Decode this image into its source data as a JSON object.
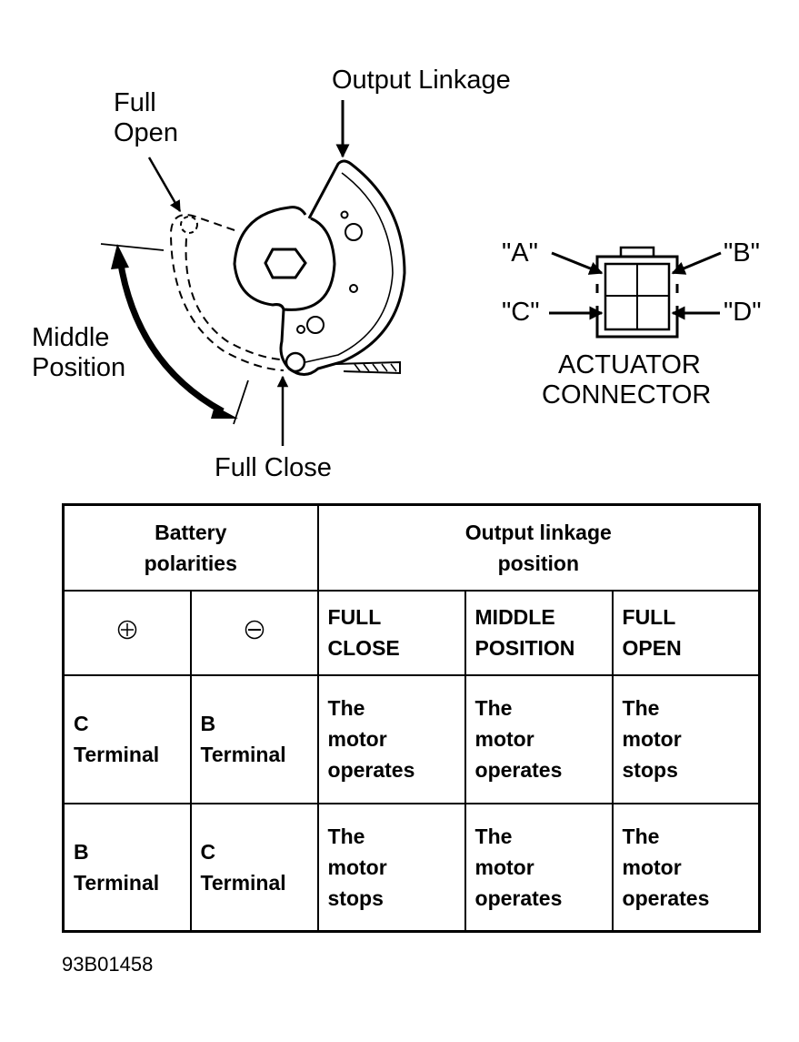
{
  "diagram": {
    "labels": {
      "output_linkage": "Output Linkage",
      "full_open_line1": "Full",
      "full_open_line2": "Open",
      "middle_position_line1": "Middle",
      "middle_position_line2": "Position",
      "full_close": "Full Close"
    },
    "connector": {
      "pin_a": "\"A\"",
      "pin_b": "\"B\"",
      "pin_c": "\"C\"",
      "pin_d": "\"D\"",
      "title_line1": "ACTUATOR",
      "title_line2": "CONNECTOR"
    }
  },
  "table": {
    "header": {
      "battery_polarities": [
        "Battery",
        "polarities"
      ],
      "output_linkage_position": [
        "Output linkage",
        "position"
      ]
    },
    "subheader": {
      "positive_icon": "plus-circle-icon",
      "negative_icon": "minus-circle-icon",
      "positions": [
        [
          "FULL",
          "CLOSE"
        ],
        [
          "MIDDLE",
          "POSITION"
        ],
        [
          "FULL",
          "OPEN"
        ]
      ]
    },
    "rows": [
      {
        "positive": [
          "C",
          "Terminal"
        ],
        "negative": [
          "B",
          "Terminal"
        ],
        "full_close": [
          "The",
          "motor",
          "operates"
        ],
        "middle_position": [
          "The",
          "motor",
          "operates"
        ],
        "full_open": [
          "The",
          "motor",
          "stops"
        ]
      },
      {
        "positive": [
          "B",
          "Terminal"
        ],
        "negative": [
          "C",
          "Terminal"
        ],
        "full_close": [
          "The",
          "motor",
          "stops"
        ],
        "middle_position": [
          "The",
          "motor",
          "operates"
        ],
        "full_open": [
          "The",
          "motor",
          "operates"
        ]
      }
    ]
  },
  "figure_code": "93B01458"
}
